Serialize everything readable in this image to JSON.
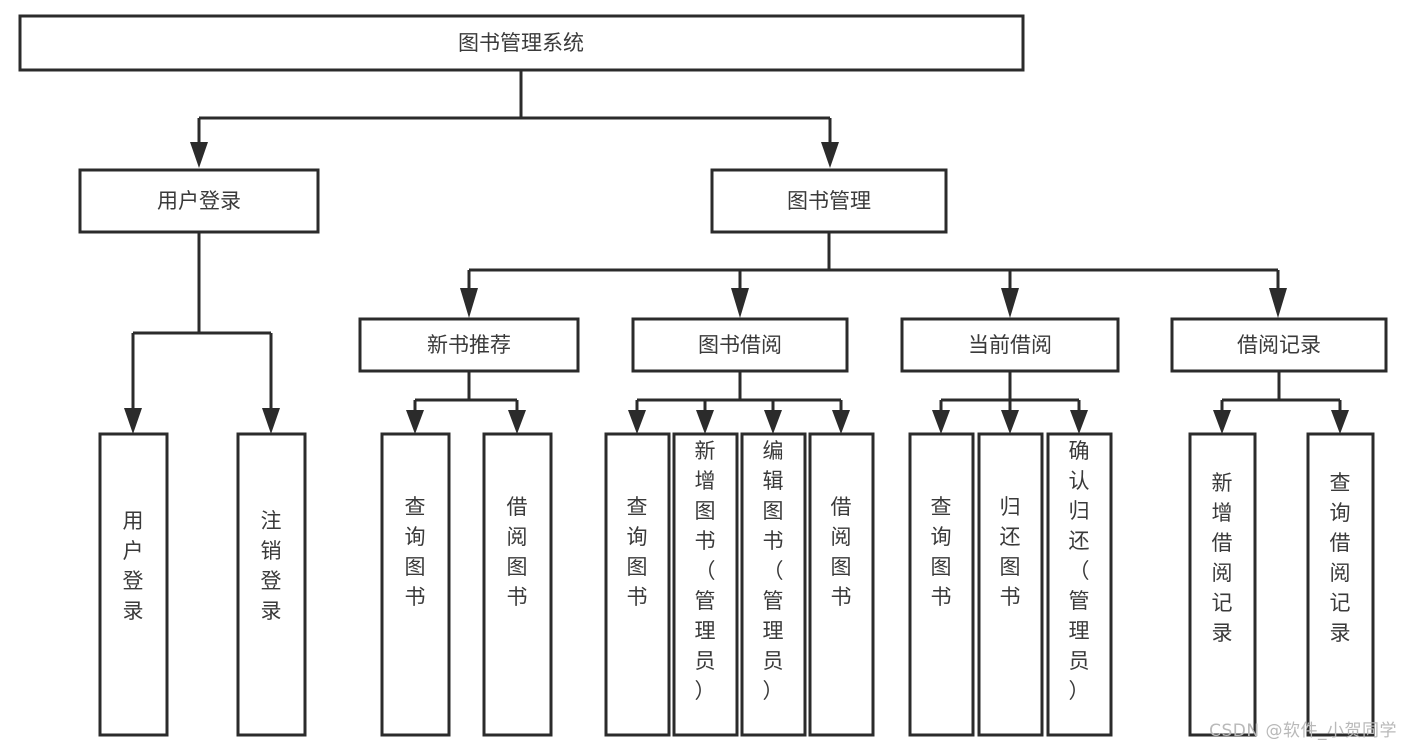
{
  "diagram": {
    "title": "图书管理系统",
    "type": "hierarchy-tree",
    "watermark": "CSDN @软件_小贺同学",
    "colors": {
      "box_fill": "#ffffff",
      "box_stroke": "#2b2b2b",
      "text": "#3a3a3a",
      "watermark": "#b9b9b9",
      "background": "#ffffff"
    },
    "root": {
      "label": "图书管理系统"
    },
    "level2": [
      {
        "label": "用户登录"
      },
      {
        "label": "图书管理"
      }
    ],
    "level3": [
      {
        "label": "新书推荐"
      },
      {
        "label": "图书借阅"
      },
      {
        "label": "当前借阅"
      },
      {
        "label": "借阅记录"
      }
    ],
    "leaves": {
      "user_login": [
        {
          "label": "用户登录"
        },
        {
          "label": "注销登录"
        }
      ],
      "new_book": [
        {
          "label": "查询图书"
        },
        {
          "label": "借阅图书"
        }
      ],
      "book_borrow": [
        {
          "label": "查询图书"
        },
        {
          "label": "新增图书（管理员）"
        },
        {
          "label": "编辑图书（管理员）"
        },
        {
          "label": "借阅图书"
        }
      ],
      "current_borrow": [
        {
          "label": "查询图书"
        },
        {
          "label": "归还图书"
        },
        {
          "label": "确认归还（管理员）"
        }
      ],
      "borrow_record": [
        {
          "label": "新增借阅记录"
        },
        {
          "label": "查询借阅记录"
        }
      ]
    }
  }
}
